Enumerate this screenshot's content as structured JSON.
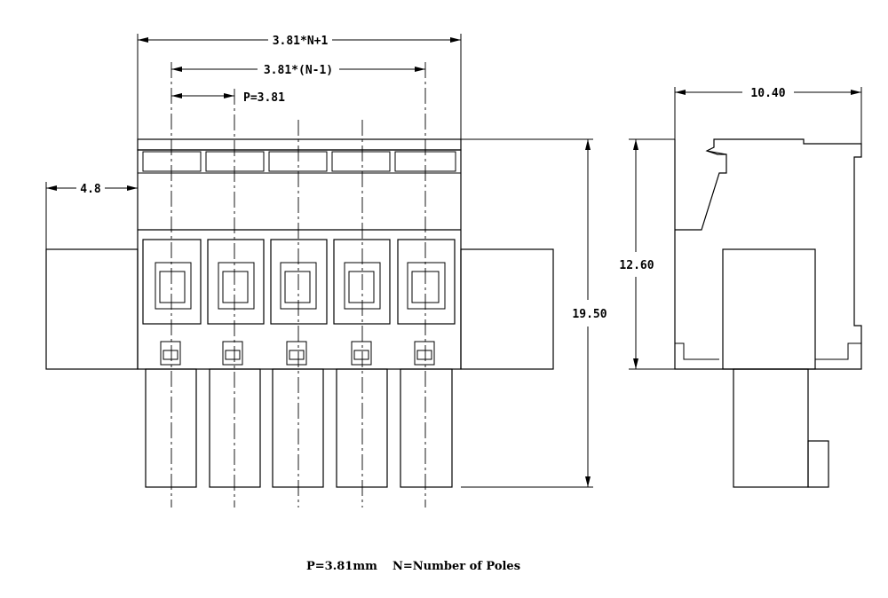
{
  "dimensions": {
    "overall_length": "3.81*N+1",
    "span": "3.81*(N-1)",
    "pitch": "P=3.81",
    "flange": "4.8",
    "height": "19.50",
    "side_width": "10.40",
    "side_height": "12.60"
  },
  "footer_note": {
    "pitch": "P=3.81mm",
    "poles": "N=Number of Poles"
  }
}
